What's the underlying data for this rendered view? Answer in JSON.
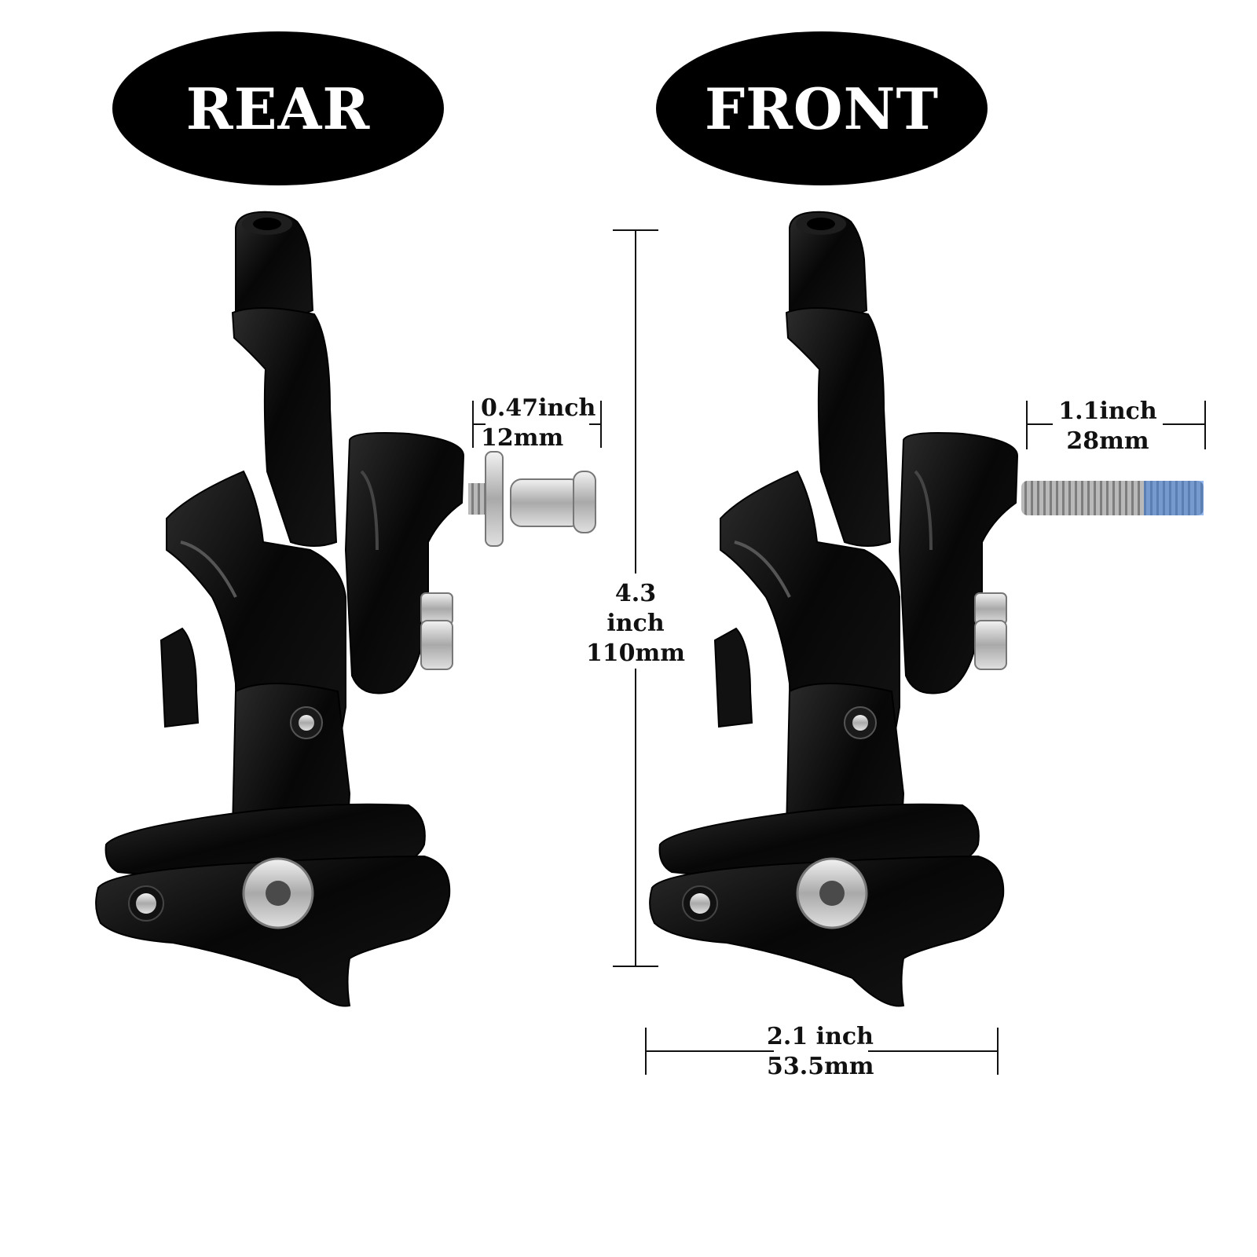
{
  "labels": {
    "rear": "REAR",
    "front": "FRONT"
  },
  "dimensions": {
    "rear_bolt": {
      "inch": "0.47inch",
      "mm": "12mm"
    },
    "front_bolt": {
      "inch": "1.1inch",
      "mm": "28mm"
    },
    "height": {
      "inch": "4.3 inch",
      "mm": "110mm"
    },
    "width": {
      "inch": "2.1 inch",
      "mm": "53.5mm"
    }
  },
  "colors": {
    "caliper": "#0b0b0b",
    "highlight": "#3a3a3a",
    "metal": "#c9c9c9",
    "thread_lock": "#3f7fe0"
  }
}
